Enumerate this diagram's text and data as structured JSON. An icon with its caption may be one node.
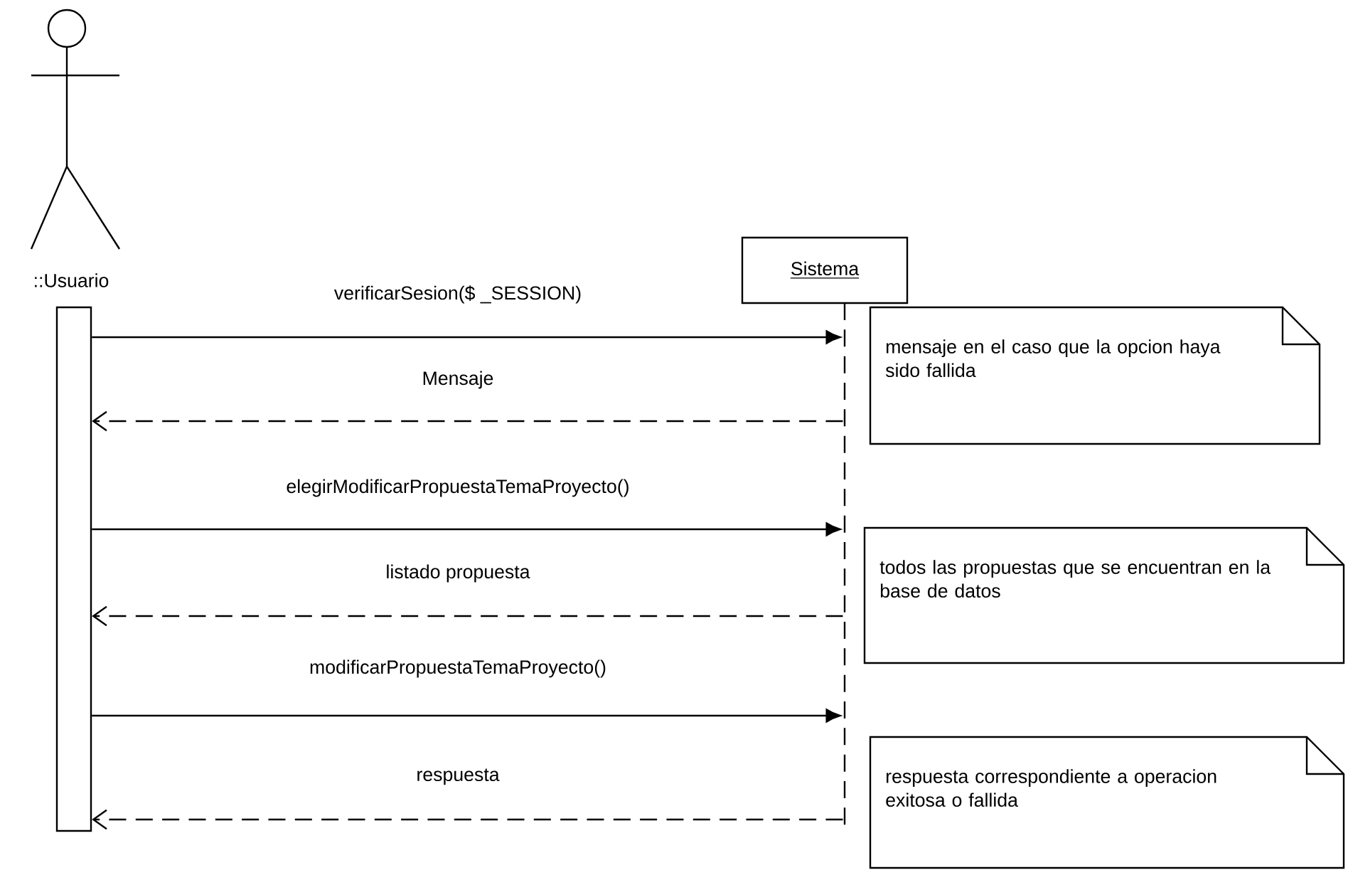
{
  "diagram": {
    "nodes": [
      {
        "text": [
          "::Usuario"
        ]
      },
      {
        "text": [],
        "shape": "bar"
      },
      {
        "text": [
          "Sistema"
        ]
      },
      {
        "text": [],
        "shape": "line"
      },
      {
        "text": [
          "mensaje en el caso que la opcion haya sido fallida"
        ]
      },
      {
        "text": [
          "todos las propuestas que se encuentran en la base de datos"
        ]
      },
      {
        "text": [
          "respuesta correspondiente a operacion exitosa o fallida"
        ]
      }
    ],
    "edges": [
      {
        "from": 1,
        "to": 3,
        "arrow": "to",
        "label": "verificarSesion($ _SESSION)"
      },
      {
        "from": 3,
        "to": 1,
        "arrow": "to",
        "label": "Mensaje",
        "style": "dashed"
      },
      {
        "from": 1,
        "to": 3,
        "arrow": "to",
        "label": "elegirModificarPropuestaTemaProyecto()"
      },
      {
        "from": 3,
        "to": 1,
        "arrow": "to",
        "label": "listado propuesta",
        "style": "dashed"
      },
      {
        "from": 1,
        "to": 3,
        "arrow": "to",
        "label": "modificarPropuestaTemaProyecto()"
      },
      {
        "from": 3,
        "to": 1,
        "arrow": "to",
        "label": "respuesta",
        "style": "dashed"
      }
    ]
  }
}
